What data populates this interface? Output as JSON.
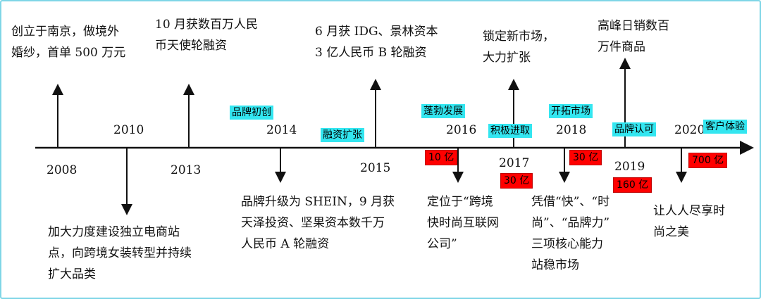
{
  "milestones": {
    "m2008": "创立于南京，做境外\n婚纱，首单 500 万元",
    "m2010": "加大力度建设独立电商站\n点，向跨境女装转型并持续\n扩大品类",
    "m2013": "10 月获数百万人民\n币天使轮融资",
    "m2014": "品牌升级为 SHEIN，9 月获\n天泽投资、坚果资本数千万\n人民币 A 轮融资",
    "m2015": "6 月获 IDG、景林资本\n3 亿人民币 B 轮融资",
    "m2016": "定位于“跨境\n快时尚互联网\n公司”",
    "m2017": "锁定新市场，\n大力扩张",
    "m2018": "凭借“快”、“时\n尚”、“品牌力”\n三项核心能力\n站稳市场",
    "m2019": "高峰日销数百\n万件商品",
    "m2020": "让人人尽享时\n尚之美"
  },
  "years": {
    "y2008": "2008",
    "y2010": "2010",
    "y2013": "2013",
    "y2014": "2014",
    "y2015": "2015",
    "y2016": "2016",
    "y2017": "2017",
    "y2018": "2018",
    "y2019": "2019",
    "y2020": "2020"
  },
  "stages": {
    "s1": "品牌初创",
    "s2": "融资扩张",
    "s3": "蓬勃发展",
    "s4": "积极进取",
    "s5": "开拓市场",
    "s6": "品牌认可",
    "s7": "客户体验"
  },
  "amounts": {
    "a2016": "10 亿",
    "a2017": "30 亿",
    "a2018": "30 亿",
    "a2019": "160 亿",
    "a2020": "700 亿"
  },
  "colors": {
    "stage_tag": "#33e6f0",
    "amount_tag": "#ff0000",
    "frame": "#7fd6e6",
    "line": "#111111"
  }
}
